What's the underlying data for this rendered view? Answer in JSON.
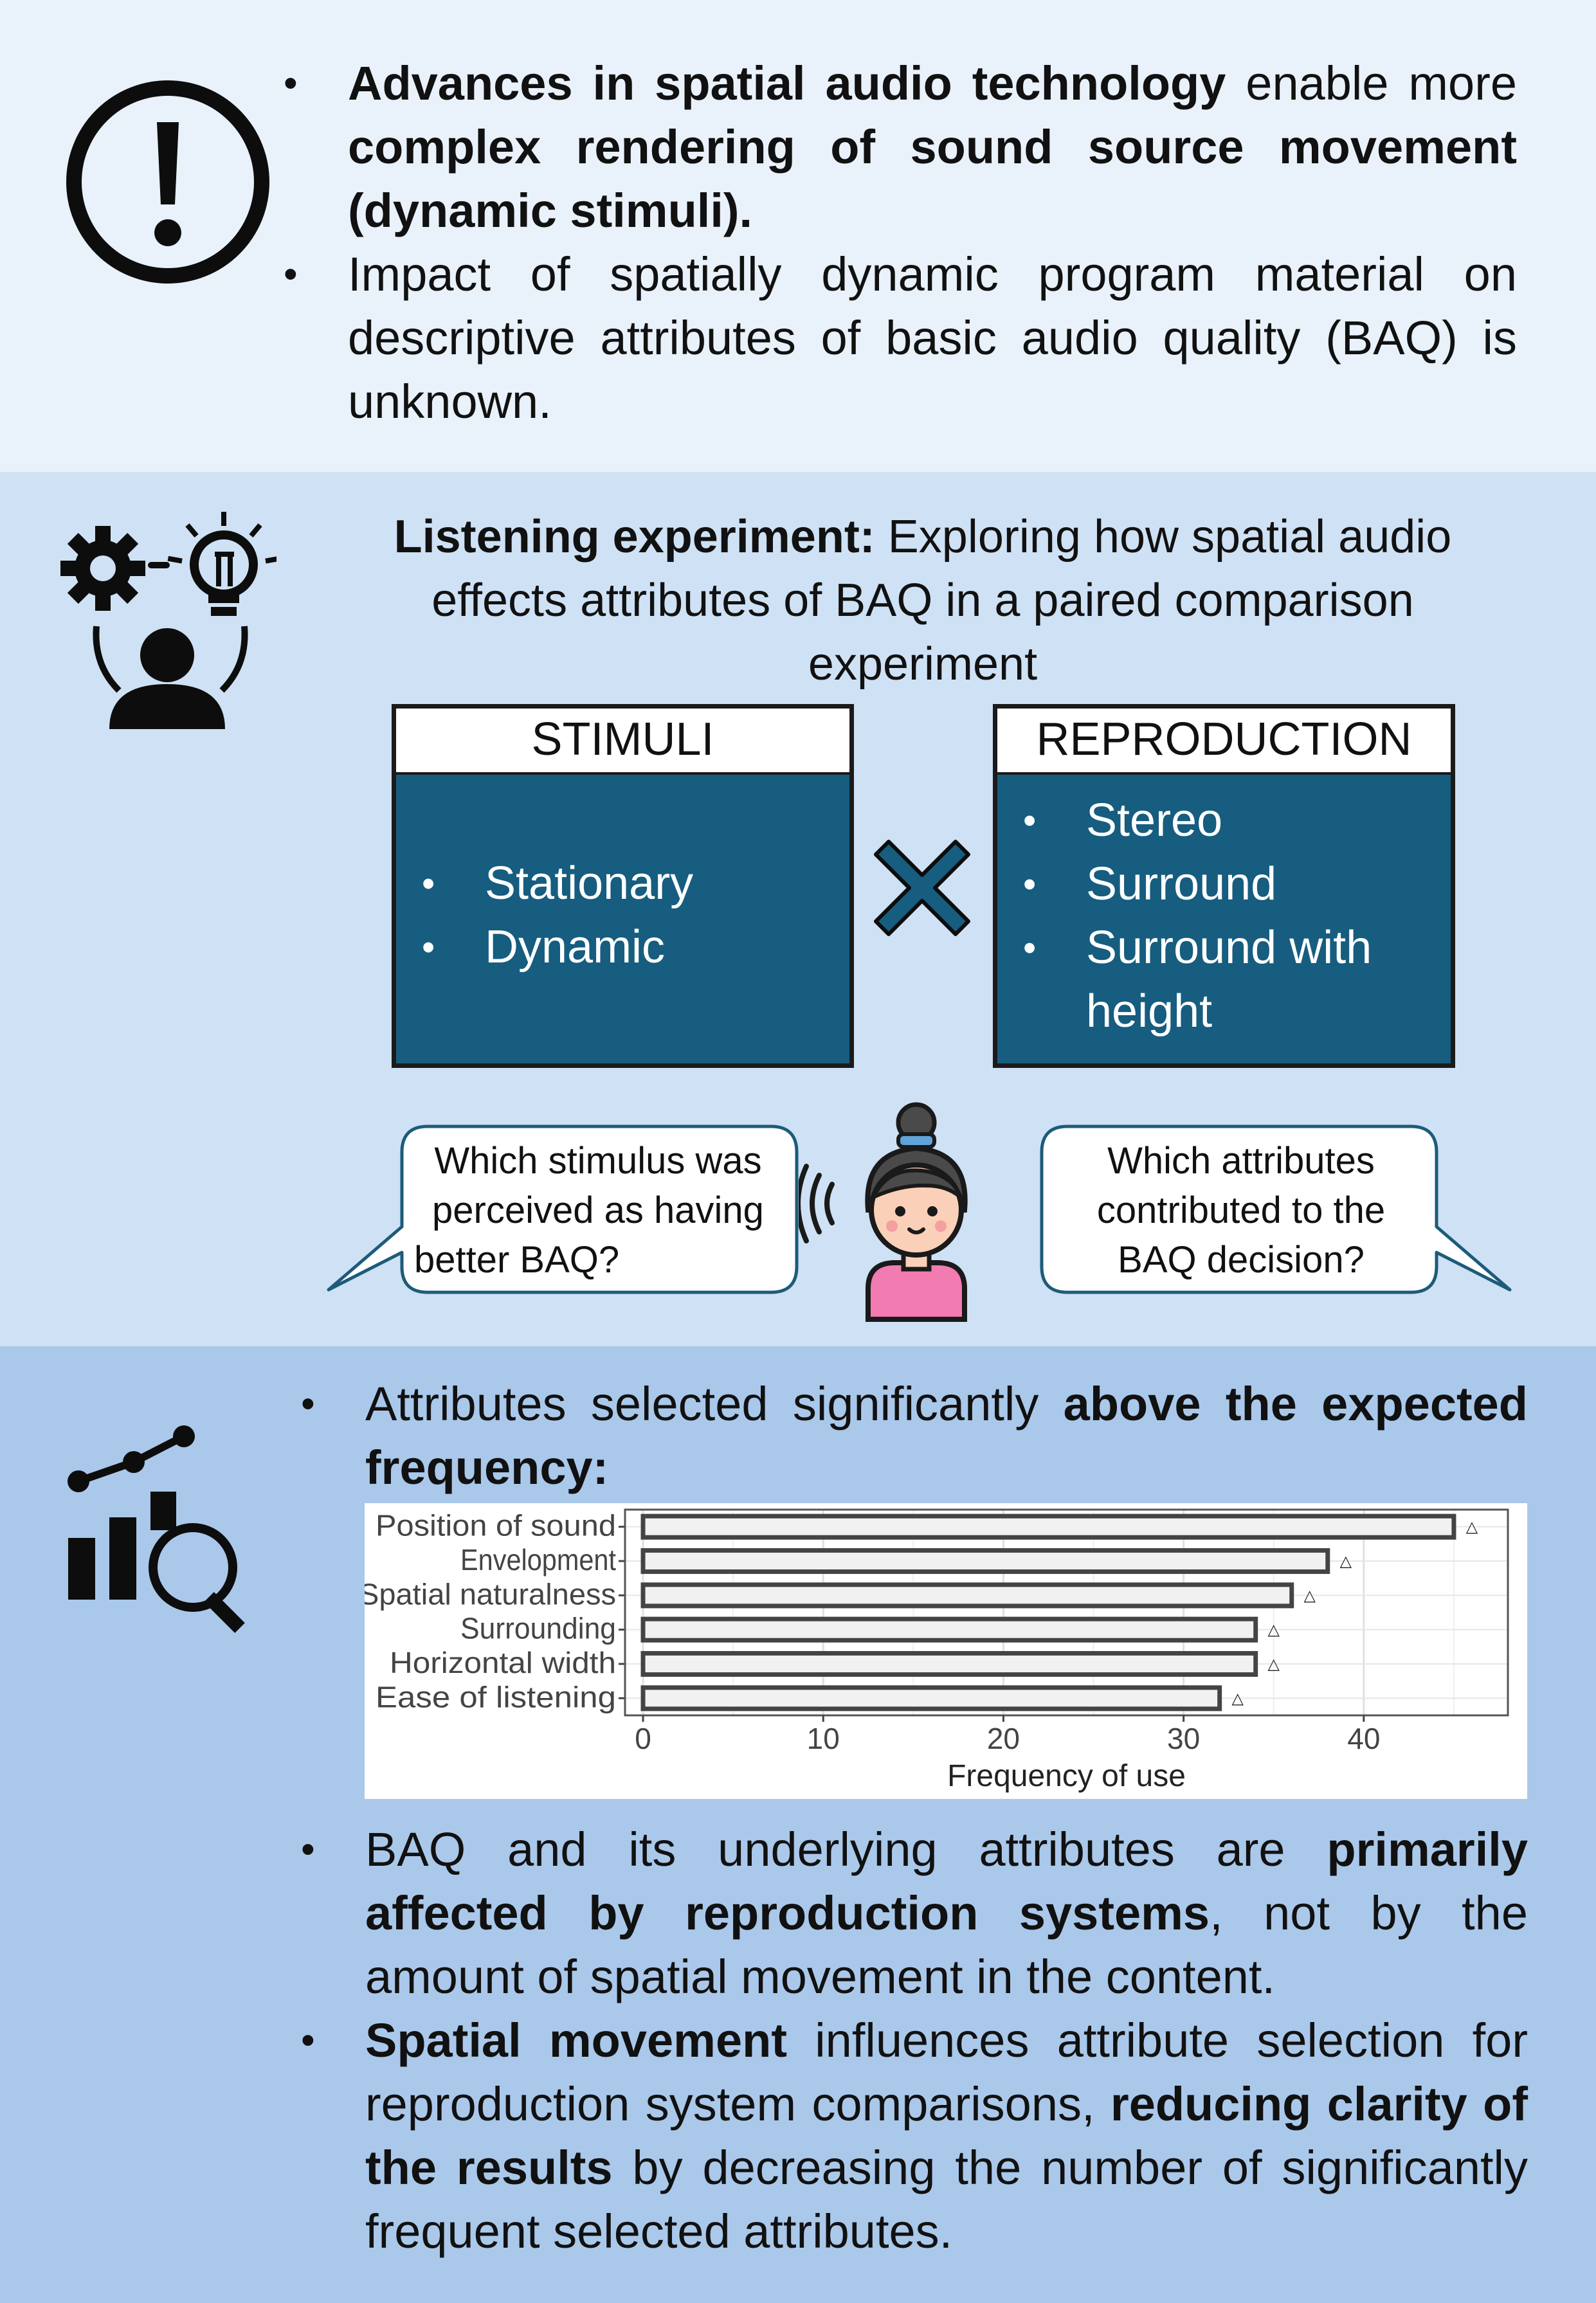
{
  "section1": {
    "icon": "exclamation-circle-icon",
    "bullet1": {
      "bold1": "Advances in spatial audio technology",
      "text1": " enable more ",
      "bold2": "complex rendering of sound source movement (dynamic stimuli)."
    },
    "bullet2": "Impact of spatially dynamic program material on descriptive attributes of basic audio quality (BAQ) is unknown."
  },
  "section2": {
    "icon": "gear-lightbulb-person-icon",
    "title_bold": "Listening experiment:",
    "title_text": " Exploring how spatial audio effects attributes of BAQ in a paired comparison experiment",
    "stimuli": {
      "header": "STIMULI",
      "items": [
        "Stationary",
        "Dynamic"
      ]
    },
    "cross_icon": "multiply-cross-icon",
    "reproduction": {
      "header": "REPRODUCTION",
      "items": [
        "Stereo",
        "Surround",
        "Surround with",
        "height"
      ]
    },
    "bubble_left": [
      "Which stimulus was",
      "perceived as having",
      "better BAQ?"
    ],
    "bubble_right": [
      "Which attributes",
      "contributed to the",
      "BAQ decision?"
    ],
    "listener_icon": "listener-girl-icon",
    "colors": {
      "box_fill": "#165d80",
      "listener_shirt": "#f27bb1"
    }
  },
  "section3": {
    "icon": "chart-magnifier-icon",
    "bullet1": {
      "text1": "Attributes selected significantly ",
      "bold1": "above the expected frequency:"
    },
    "bullet2": {
      "text1": "BAQ and its underlying attributes are ",
      "bold1": "primarily affected by reproduction systems",
      "text2": ", not by the amount of spatial movement in the content."
    },
    "bullet3": {
      "bold1": "Spatial movement",
      "text1": " influences attribute selection for reproduction system comparisons, ",
      "bold2": "reducing clarity of the results",
      "text2": " by decreasing the number of significantly frequent selected attributes."
    }
  },
  "chart_data": {
    "type": "bar",
    "orientation": "horizontal",
    "categories": [
      "Position of sound",
      "Envelopment",
      "Spatial naturalness",
      "Surrounding",
      "Horizontal width",
      "Ease of listening"
    ],
    "values": [
      45,
      38,
      36,
      34,
      34,
      32
    ],
    "markers": [
      46,
      39,
      37,
      35,
      35,
      33
    ],
    "xlabel": "Frequency of use",
    "ylabel": "",
    "xlim": [
      -1,
      48
    ],
    "xticks": [
      0,
      10,
      20,
      30,
      40
    ],
    "marker_symbol": "△",
    "grid": true
  }
}
